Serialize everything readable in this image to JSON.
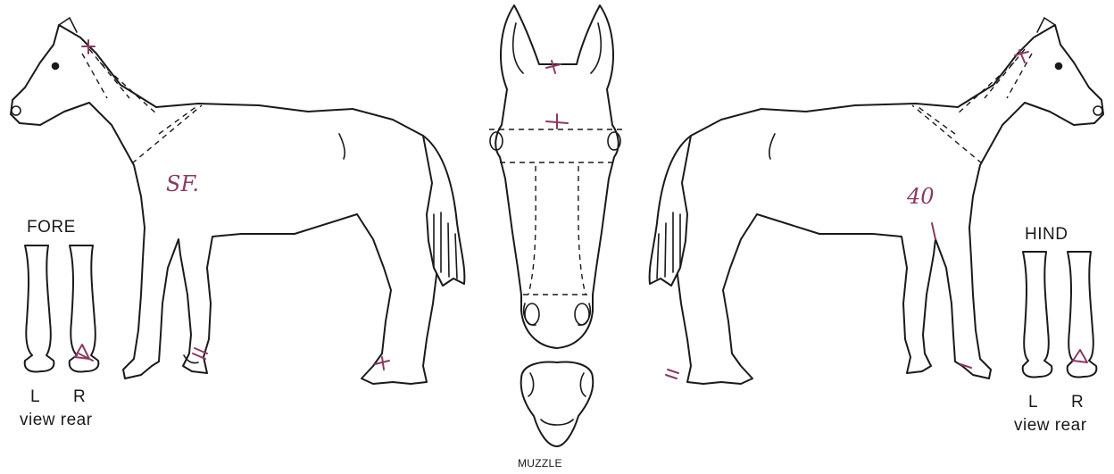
{
  "labels": {
    "fore": "FORE",
    "hind": "HIND",
    "muzzle": "MUZZLE",
    "fore_left": "L",
    "fore_right": "R",
    "hind_left": "L",
    "hind_right": "R",
    "fore_view": "view rear",
    "hind_view": "view rear"
  },
  "annotations": {
    "left_side": "SF.",
    "right_side": "40"
  },
  "colors": {
    "line": "#1a1a1a",
    "ink": "#8a3a62",
    "background": "#ffffff"
  }
}
